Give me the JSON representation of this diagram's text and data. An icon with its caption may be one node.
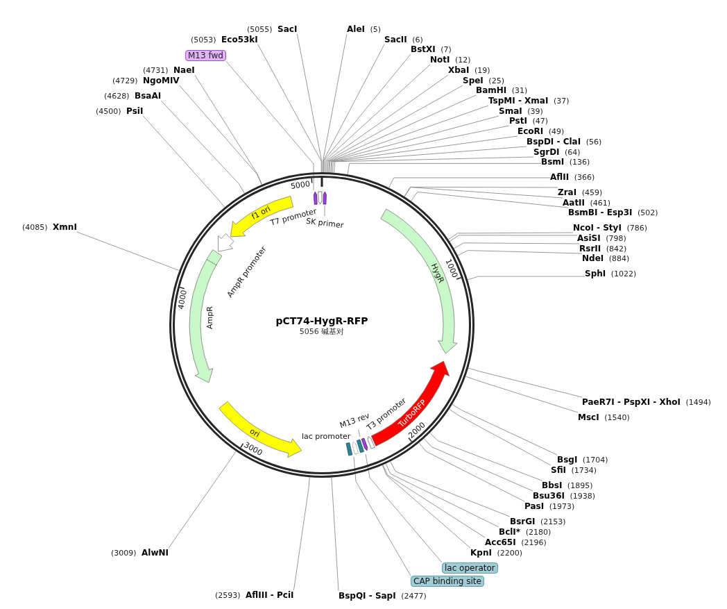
{
  "diagram": {
    "nodes": [
      {
        "text": [
          "(5055)",
          "SacI"
        ]
      },
      {
        "text": [
          "(5053)",
          "Eco53kI"
        ]
      },
      {
        "text": [
          "M13 fwd"
        ]
      },
      {
        "text": [
          "(4731)",
          "NaeI"
        ]
      },
      {
        "text": [
          "(4729)",
          "NgoMIV"
        ]
      },
      {
        "text": [
          "(4628)",
          "BsaAI"
        ]
      },
      {
        "text": [
          "(4500)",
          "PsiI"
        ]
      },
      {
        "text": [
          "AleI",
          "(5)"
        ]
      },
      {
        "text": [
          "SacII",
          "(6)"
        ]
      },
      {
        "text": [
          "BstXI",
          "(7)"
        ]
      },
      {
        "text": [
          "NotI",
          "(12)"
        ]
      },
      {
        "text": [
          "XbaI",
          "(19)"
        ]
      },
      {
        "text": [
          "SpeI",
          "(25)"
        ]
      },
      {
        "text": [
          "BamHI",
          "(31)"
        ]
      },
      {
        "text": [
          "TspMI - XmaI",
          "(37)"
        ]
      },
      {
        "text": [
          "SmaI",
          "(39)"
        ]
      },
      {
        "text": [
          "PstI",
          "(47)"
        ]
      },
      {
        "text": [
          "EcoRI",
          "(49)"
        ]
      },
      {
        "text": [
          "BspDI - ClaI",
          "(56)"
        ]
      },
      {
        "text": [
          "SgrDI",
          "(64)"
        ]
      },
      {
        "text": [
          "BsmI",
          "(136)"
        ]
      },
      {
        "text": [
          "AflII",
          "(366)"
        ]
      },
      {
        "text": [
          "ZraI",
          "(459)"
        ]
      },
      {
        "text": [
          "AatII",
          "(461)"
        ]
      },
      {
        "text": [
          "BsmBI - Esp3I",
          "(502)"
        ]
      },
      {
        "text": [
          "NcoI - StyI",
          "(786)"
        ]
      },
      {
        "text": [
          "AsiSI",
          "(798)"
        ]
      },
      {
        "text": [
          "RsrII",
          "(842)"
        ]
      },
      {
        "text": [
          "NdeI",
          "(884)"
        ]
      },
      {
        "text": [
          "SphI",
          "(1022)"
        ]
      },
      {
        "text": [
          "(4085)",
          "XmnI"
        ]
      },
      {
        "text": [
          "pCT74-HygR-RFP",
          "5056 碱基对"
        ]
      },
      {
        "text": [],
        "shape": "arrow",
        "in": 31
      },
      {
        "text": [
          "T7 promoter"
        ],
        "in": 31
      },
      {
        "text": [],
        "shape": "arrow",
        "in": 31
      },
      {
        "text": [
          "SK primer"
        ],
        "in": 31
      },
      {
        "text": [
          "f1 ori"
        ],
        "in": 31
      },
      {
        "text": [
          "HygR"
        ],
        "in": 31
      },
      {
        "text": [
          "AmpR promoter"
        ],
        "in": 31
      },
      {
        "text": [
          "AmpR"
        ],
        "in": 31
      },
      {
        "text": [
          "ori"
        ],
        "in": 31
      },
      {
        "text": [
          "TurboRFP"
        ],
        "in": 31
      },
      {
        "text": [
          "M13 rev"
        ],
        "in": 31
      },
      {
        "text": [
          "T3 promoter"
        ],
        "in": 31
      },
      {
        "text": [
          "lac promoter"
        ],
        "in": 31
      },
      {
        "text": [],
        "shape": "box",
        "in": 31
      },
      {
        "text": [],
        "shape": "box",
        "in": 31
      },
      {
        "text": [],
        "shape": "arrow",
        "in": 31
      },
      {
        "text": [
          "PaeR7I - PspXI - XhoI",
          "(1494)"
        ]
      },
      {
        "text": [
          "MscI",
          "(1540)"
        ]
      },
      {
        "text": [
          "BsgI",
          "(1704)"
        ]
      },
      {
        "text": [
          "SfiI",
          "(1734)"
        ]
      },
      {
        "text": [
          "BbsI",
          "(1895)"
        ]
      },
      {
        "text": [
          "Bsu36I",
          "(1938)"
        ]
      },
      {
        "text": [
          "PasI",
          "(1973)"
        ]
      },
      {
        "text": [
          "BsrGI",
          "(2153)"
        ]
      },
      {
        "text": [
          "BclI*",
          "(2180)"
        ]
      },
      {
        "text": [
          "Acc65I",
          "(2196)"
        ]
      },
      {
        "text": [
          "KpnI",
          "(2200)"
        ]
      },
      {
        "text": [
          "lac operator"
        ]
      },
      {
        "text": [
          "CAP binding site"
        ]
      },
      {
        "text": [
          "(3009)",
          "AlwNI"
        ]
      },
      {
        "text": [
          "(2593)",
          "AflIII - PciI"
        ]
      },
      {
        "text": [
          "BspQI - SapI",
          "(2477)"
        ]
      }
    ],
    "edges": [
      {
        "from": 0,
        "to": 31,
        "arrow": "none"
      },
      {
        "from": 1,
        "to": 31,
        "arrow": "none"
      },
      {
        "from": 2,
        "to": 32,
        "arrow": "none"
      },
      {
        "from": 3,
        "to": 31,
        "arrow": "none"
      },
      {
        "from": 4,
        "to": 31,
        "arrow": "none"
      },
      {
        "from": 5,
        "to": 31,
        "arrow": "none"
      },
      {
        "from": 6,
        "to": 31,
        "arrow": "none"
      },
      {
        "from": 7,
        "to": 31,
        "arrow": "none"
      },
      {
        "from": 8,
        "to": 31,
        "arrow": "none"
      },
      {
        "from": 9,
        "to": 31,
        "arrow": "none"
      },
      {
        "from": 10,
        "to": 31,
        "arrow": "none"
      },
      {
        "from": 11,
        "to": 31,
        "arrow": "none"
      },
      {
        "from": 12,
        "to": 31,
        "arrow": "none"
      },
      {
        "from": 13,
        "to": 31,
        "arrow": "none"
      },
      {
        "from": 14,
        "to": 31,
        "arrow": "none"
      },
      {
        "from": 15,
        "to": 31,
        "arrow": "none"
      },
      {
        "from": 16,
        "to": 31,
        "arrow": "none"
      },
      {
        "from": 17,
        "to": 31,
        "arrow": "none"
      },
      {
        "from": 18,
        "to": 31,
        "arrow": "none"
      },
      {
        "from": 19,
        "to": 31,
        "arrow": "none"
      },
      {
        "from": 20,
        "to": 31,
        "arrow": "none"
      },
      {
        "from": 21,
        "to": 31,
        "arrow": "none"
      },
      {
        "from": 22,
        "to": 31,
        "arrow": "none"
      },
      {
        "from": 23,
        "to": 31,
        "arrow": "none"
      },
      {
        "from": 24,
        "to": 31,
        "arrow": "none"
      },
      {
        "from": 25,
        "to": 31,
        "arrow": "none"
      },
      {
        "from": 26,
        "to": 31,
        "arrow": "none"
      },
      {
        "from": 27,
        "to": 31,
        "arrow": "none"
      },
      {
        "from": 28,
        "to": 31,
        "arrow": "none"
      },
      {
        "from": 29,
        "to": 31,
        "arrow": "none"
      },
      {
        "from": 30,
        "to": 31,
        "arrow": "none"
      },
      {
        "from": 35,
        "to": 34,
        "arrow": "none"
      },
      {
        "from": 42,
        "to": 47,
        "arrow": "none"
      },
      {
        "from": 48,
        "to": 31,
        "arrow": "none"
      },
      {
        "from": 49,
        "to": 31,
        "arrow": "none"
      },
      {
        "from": 50,
        "to": 31,
        "arrow": "none"
      },
      {
        "from": 51,
        "to": 31,
        "arrow": "none"
      },
      {
        "from": 52,
        "to": 31,
        "arrow": "none"
      },
      {
        "from": 53,
        "to": 31,
        "arrow": "none"
      },
      {
        "from": 54,
        "to": 31,
        "arrow": "none"
      },
      {
        "from": 55,
        "to": 31,
        "arrow": "none"
      },
      {
        "from": 56,
        "to": 31,
        "arrow": "none"
      },
      {
        "from": 57,
        "to": 31,
        "arrow": "none"
      },
      {
        "from": 58,
        "to": 31,
        "arrow": "none"
      },
      {
        "from": 59,
        "to": 46,
        "arrow": "none"
      },
      {
        "from": 60,
        "to": 45,
        "arrow": "none"
      },
      {
        "from": 61,
        "to": 31,
        "arrow": "none"
      },
      {
        "from": 62,
        "to": 31,
        "arrow": "none"
      },
      {
        "from": 63,
        "to": 31,
        "arrow": "none"
      }
    ],
    "labels": [
      "5000",
      "1000",
      "4000",
      "2000",
      "3000"
    ]
  }
}
